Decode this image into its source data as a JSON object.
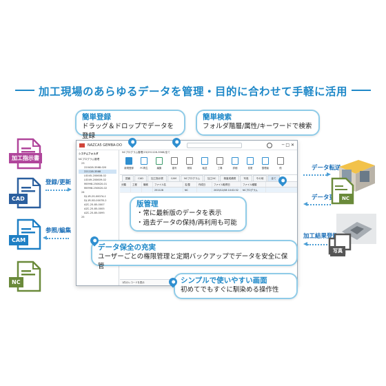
{
  "headline": "加工現場のあらゆるデータを管理・目的に合わせて手軽に活用",
  "left_docs": [
    {
      "label": "加工指示書",
      "color": "#b0459b"
    },
    {
      "label": "CAD",
      "color": "#2b5f9e"
    },
    {
      "label": "CAM",
      "color": "#1e7fc4"
    },
    {
      "label": "NC",
      "color": "#6a8a3a"
    }
  ],
  "left_arrows": {
    "register": "登録/更新",
    "reference": "参照/編集"
  },
  "right_arrows": {
    "transfer": "データ転送",
    "update": "データ更新",
    "result": "加工結果登録"
  },
  "right_items": {
    "nc_label": "NC",
    "photo_label": "写真"
  },
  "callouts": {
    "simple_register": {
      "title": "簡単登録",
      "body": "ドラッグ＆ドロップでデータを登録"
    },
    "simple_search": {
      "title": "簡単検索",
      "body": "フォルダ階層/属性/キーワードで検索"
    },
    "version": {
      "title": "版管理",
      "lines": [
        "・常に最新版のデータを表示",
        "・過去データの保持/再利用も可能"
      ]
    },
    "security": {
      "title": "データ保全の充実",
      "body": "ユーザーごとの権限管理と定期バックアップでデータを安全に保管"
    },
    "simple_ui": {
      "title": "シンプルで使いやすい画面",
      "body": "初めてでもすぐに馴染める操作性"
    }
  },
  "window": {
    "title": "NAZCA5 GEMBA-DO",
    "sidebar_title": "システムフォルダ",
    "tree": [
      "NCプログラム管理",
      "23",
      "220428-3568-020",
      "221128-3568",
      "LS045-200608-02",
      "LS049-200609-02",
      "M0998-250620-01",
      "M0998-250620-02",
      "24",
      "DJ-1R-2S-0007A-1",
      "DJ-1R-5D-0007B-2",
      "AZC-25-85-0007",
      "AZC-25-85-0005",
      "AZC-25-85-0095",
      "25"
    ],
    "breadcrumb": "NCプログラム管理/23/251128-3568/全て",
    "ribbon": [
      "新規登録",
      "PC再生",
      "編集",
      "複写",
      "削除",
      "転送",
      "工場",
      "詳細",
      "変更",
      "整理者",
      "他"
    ],
    "tabs": [
      "図面",
      "CAD",
      "加工指示書",
      "CAM",
      "NCプログラム",
      "加工NC",
      "検査成績書",
      "写真",
      "その他",
      "全て"
    ],
    "columns": [
      "分類",
      "工程",
      "機械",
      "ファイル名",
      "名/整",
      "作成日",
      "ファイル取得日",
      "ファイル種類"
    ],
    "row": [
      "",
      "",
      "",
      "251128",
      "NC",
      "",
      "2025/12/08 10:02:32",
      "NCプログラム"
    ],
    "status": "1件のレコードを表示"
  }
}
